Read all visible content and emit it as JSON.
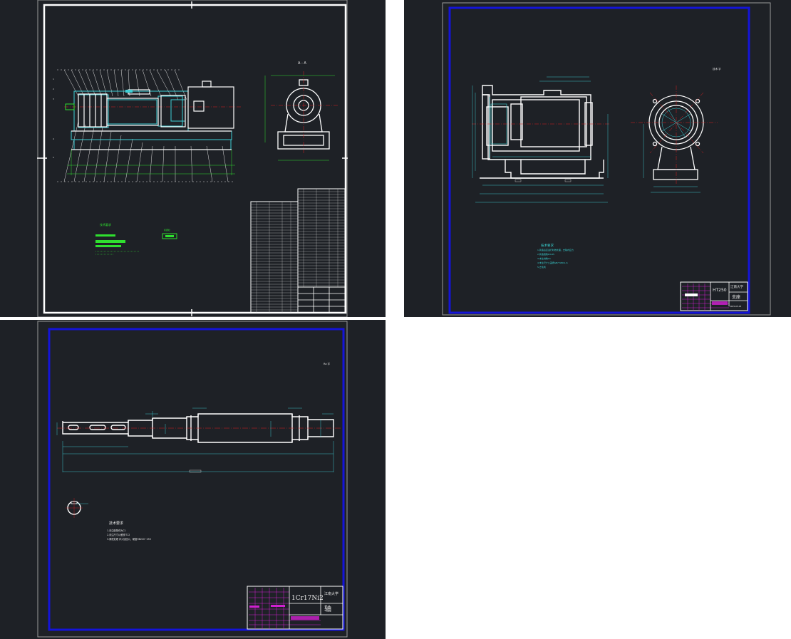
{
  "colors": {
    "background": "#1e2126",
    "white_line": "#ffffff",
    "cyan_line": "#3fd0d6",
    "green_line": "#2fe02f",
    "blue_frame": "#1414d8",
    "red_center": "#e02020",
    "magenta": "#d020d0",
    "yellow": "#e0e020"
  },
  "sheets": [
    {
      "name": "assembly-drawing",
      "header_small": "A - A",
      "tech_req_title": "技术要求",
      "note_label": "标题栏"
    },
    {
      "name": "support-base-drawing",
      "tech_req_title": "技术要求",
      "tech_req_lines": [
        "1.铸造后应进行时效处理，去除内应力",
        "2.铸造圆角R3-R5",
        "3.未注倒角C1",
        "4.未注尺寸公差按GB/T1804-m",
        "5.去毛刺"
      ],
      "material": "HT250",
      "school": "江南大学",
      "part_name": "支座",
      "corner_note": "技术 字",
      "date": "2015-05-03"
    },
    {
      "name": "shaft-drawing",
      "tech_req_title": "技术要求",
      "tech_req_lines": [
        "1.未注倒角均为C1",
        "2.未注尺寸公差按IT12",
        "3.调质处理 淬火加回火，硬度HB220~250"
      ],
      "material": "1Cr17Ni2",
      "school": "江南大学",
      "part_name": "轴",
      "corner_note": "Ra 字"
    }
  ]
}
